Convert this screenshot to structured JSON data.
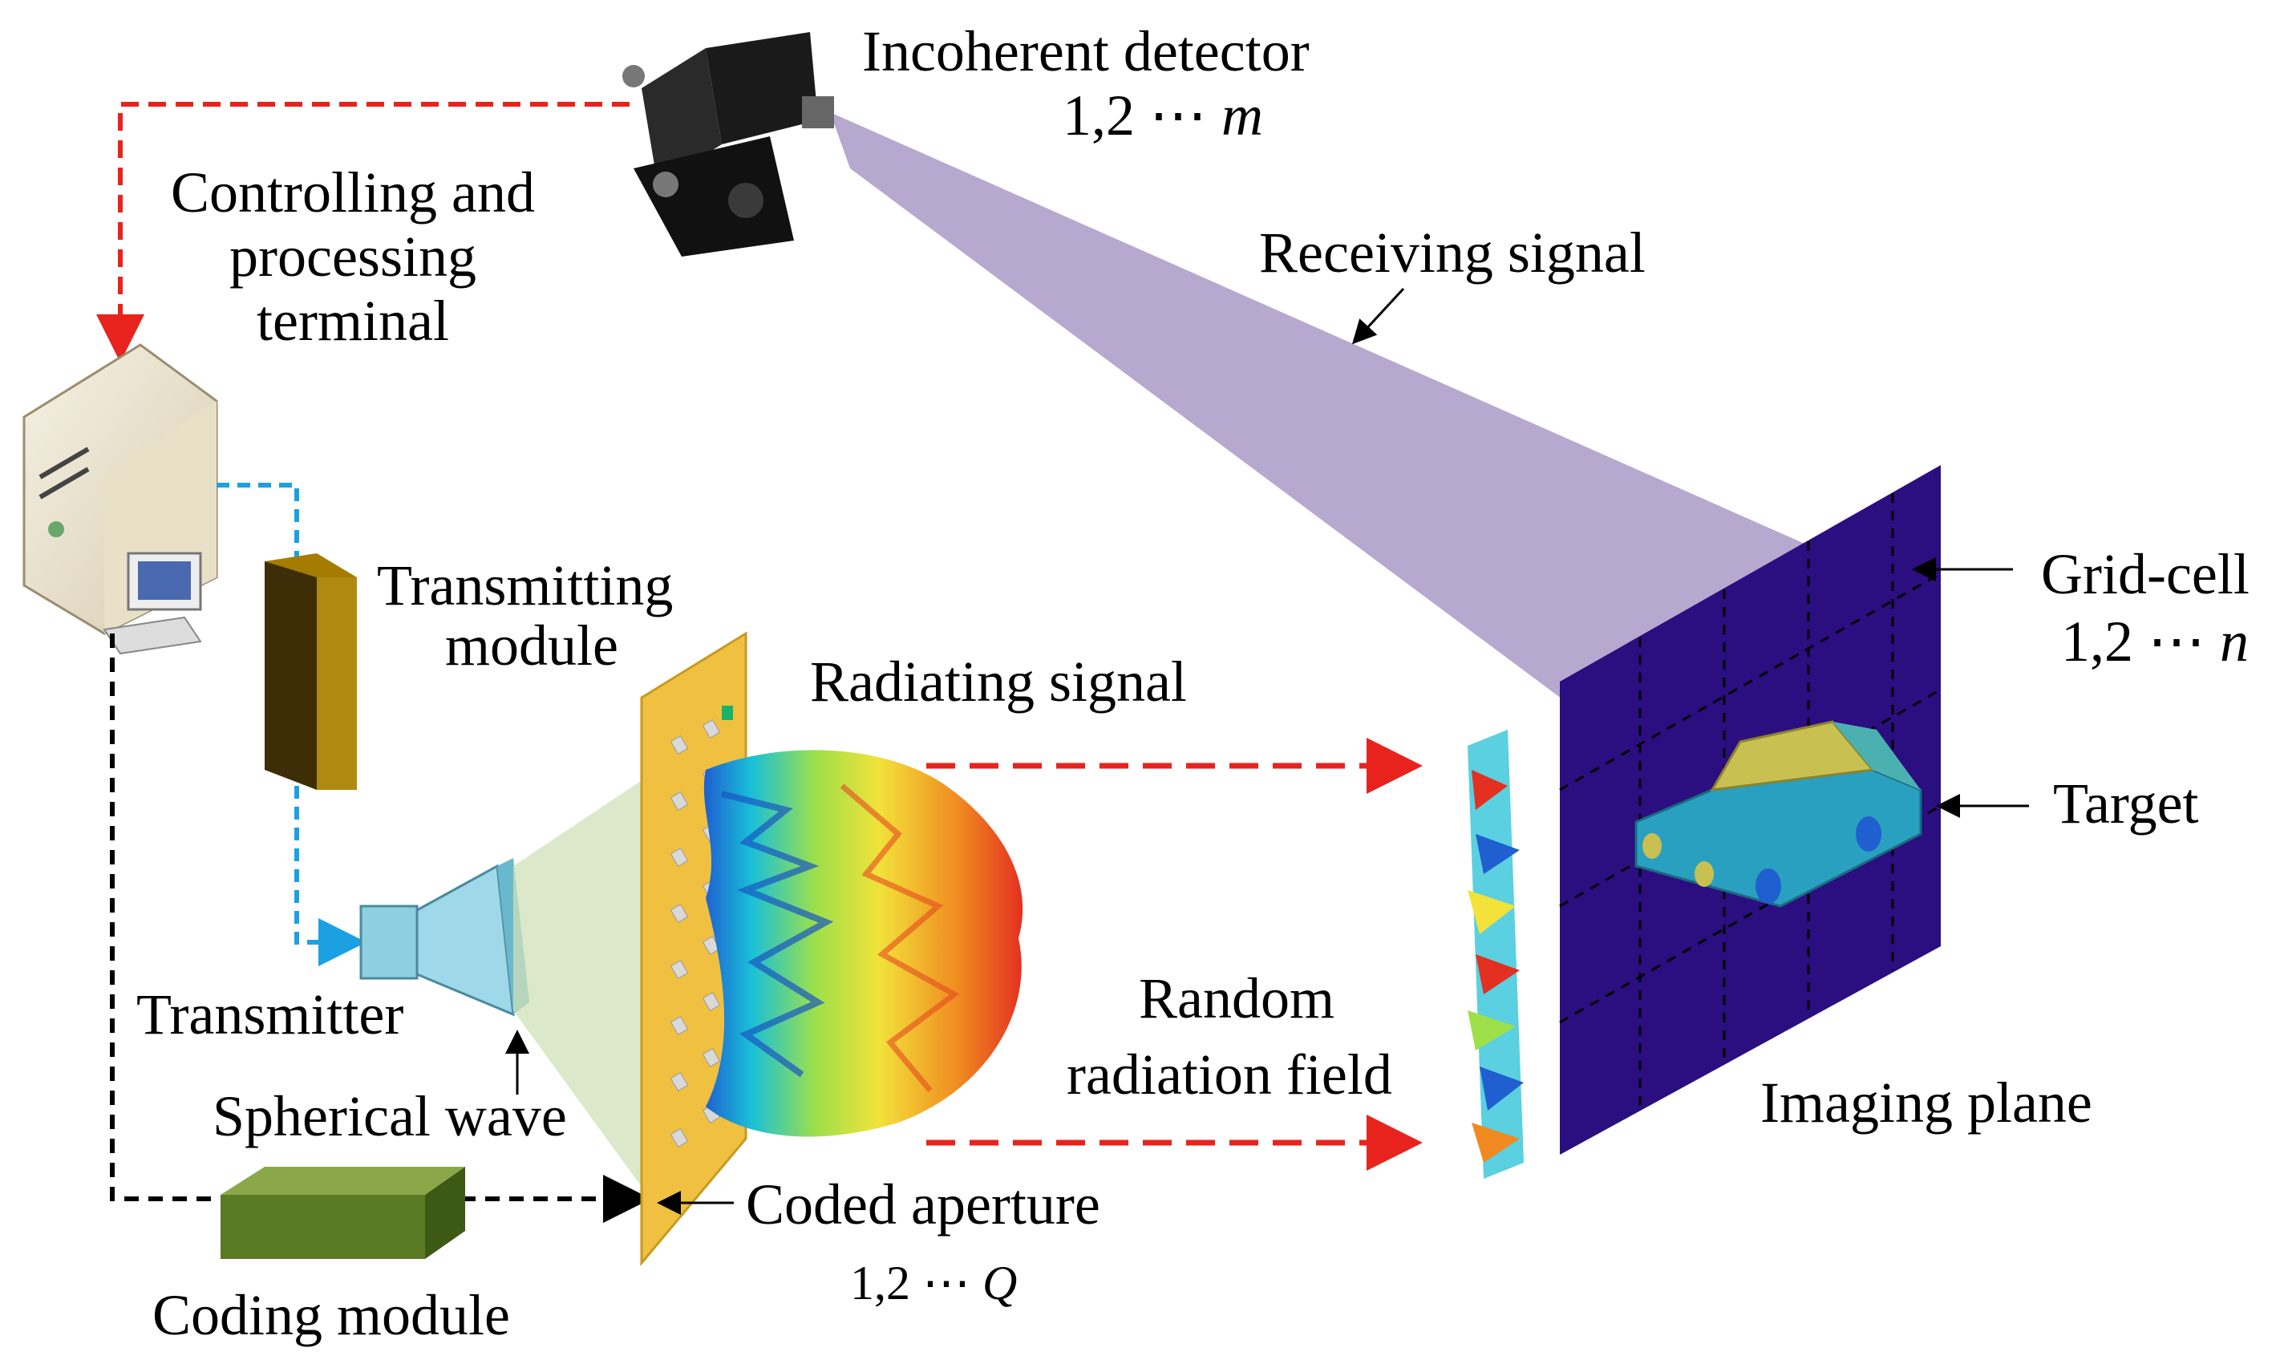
{
  "labels": {
    "detector_title": "Incoherent detector",
    "detector_index": "1,2 ⋯",
    "detector_index_var": "m",
    "controlling_1": "Controlling and",
    "controlling_2": "processing",
    "controlling_3": "terminal",
    "receiving": "Receiving signal",
    "transmitting_1": "Transmitting",
    "transmitting_2": "module",
    "radiating": "Radiating signal",
    "grid_cell": "Grid-cell",
    "grid_index": "1,2 ⋯",
    "grid_index_var": "n",
    "target": "Target",
    "transmitter": "Transmitter",
    "random_1": "Random",
    "random_2": "radiation field",
    "spherical": "Spherical wave",
    "imaging_plane": "Imaging plane",
    "coded_aperture": "Coded aperture",
    "coded_index": "1,2 ⋯",
    "coded_index_var": "Q",
    "coding_module": "Coding module"
  },
  "colors": {
    "control_link": "#e8231e",
    "transmit_link": "#1ba1e2",
    "coding_link": "#000000",
    "receive_beam": "#b3a3cc",
    "imaging_plane": "#2b0e80",
    "aperture": "#f0c040",
    "coding_module": "#6b8a2e",
    "transmitting_module": "#4a3a10",
    "horn": "#8fd0e0"
  }
}
